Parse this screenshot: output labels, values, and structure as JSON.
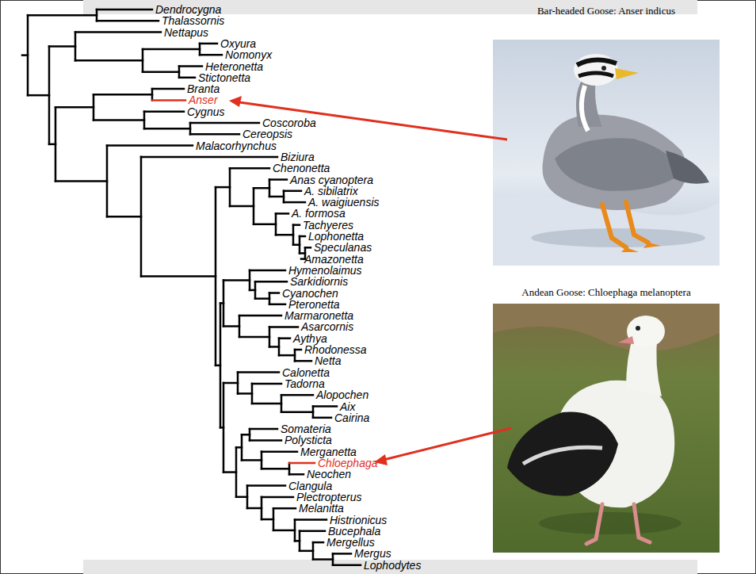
{
  "diagram": {
    "labels": [
      "Dendrocygna",
      "Thalassornis",
      "Nettapus",
      "Oxyura",
      "Nomonyx",
      "Heteronetta",
      "Stictonetta",
      "Branta",
      "Anser",
      "Cygnus",
      "Coscoroba",
      "Cereopsis",
      "Malacorhynchus",
      "Biziura",
      "Chenonetta",
      "Anas cyanoptera",
      "A. sibilatrix",
      "A. waigiuensis",
      "A. formosa",
      "Tachyeres",
      "Lophonetta",
      "Speculanas",
      "Amazonetta",
      "Hymenolaimus",
      "Sarkidiornis",
      "Cyanochen",
      "Pteronetta",
      "Marmaronetta",
      "Asarcornis",
      "Aythya",
      "Rhodonessa",
      "Netta",
      "Calonetta",
      "Tadorna",
      "Alopochen",
      "Aix",
      "Cairina",
      "Somateria",
      "Polysticta",
      "Merganetta",
      "Chloephaga",
      "Neochen",
      "Clangula",
      "Plectropterus",
      "Melanitta",
      "Histrionicus",
      "Bucephala",
      "Mergellus",
      "Mergus",
      "Lophodytes",
      "Bar-headed Goose: Anser indicus",
      "Andean Goose: Chloephaga melanoptera"
    ]
  }
}
